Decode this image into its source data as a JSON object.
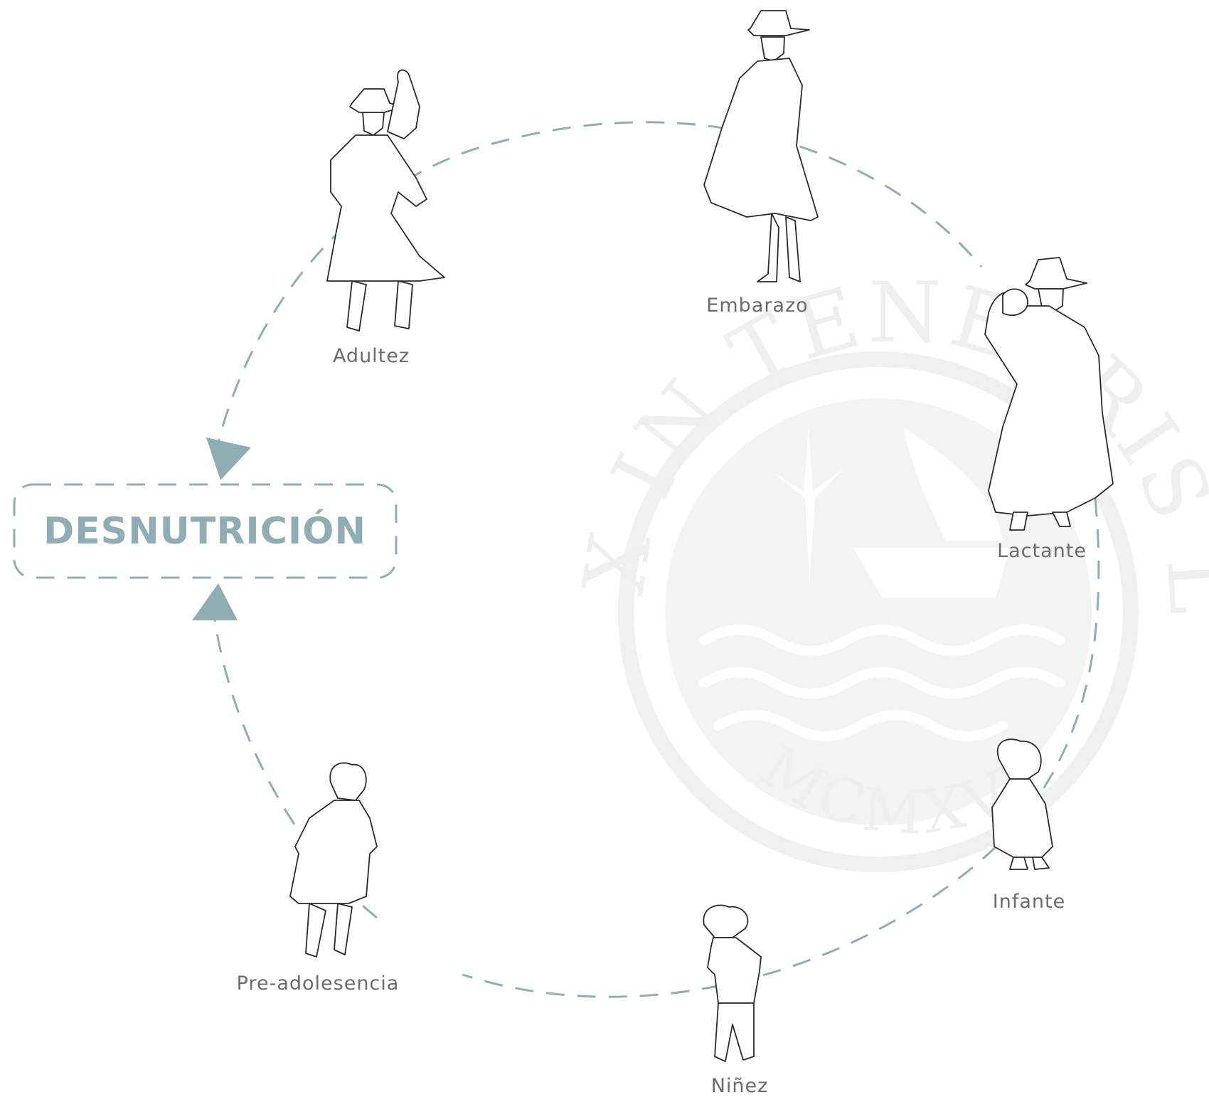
{
  "diagram": {
    "title": "DESNUTRICIÓN",
    "stages": [
      {
        "id": "embarazo",
        "label": "Embarazo",
        "icon": "pregnant-woman-figure"
      },
      {
        "id": "lactante",
        "label": "Lactante",
        "icon": "woman-carrying-baby-figure"
      },
      {
        "id": "infante",
        "label": "Infante",
        "icon": "toddler-figure"
      },
      {
        "id": "ninez",
        "label": "Niñez",
        "icon": "child-figure"
      },
      {
        "id": "preadolesencia",
        "label": "Pre-adolesencia",
        "icon": "girl-figure"
      },
      {
        "id": "adultez",
        "label": "Adultez",
        "icon": "adult-woman-figure"
      }
    ],
    "watermark": {
      "motto": "ET LUX IN TENEBRIS LUCET",
      "year": "MCMXVII"
    },
    "colors": {
      "accent": "#8fadb2",
      "figure_stroke": "#2a2a2a",
      "label": "#6b6b6b",
      "watermark": "#efefef"
    }
  }
}
